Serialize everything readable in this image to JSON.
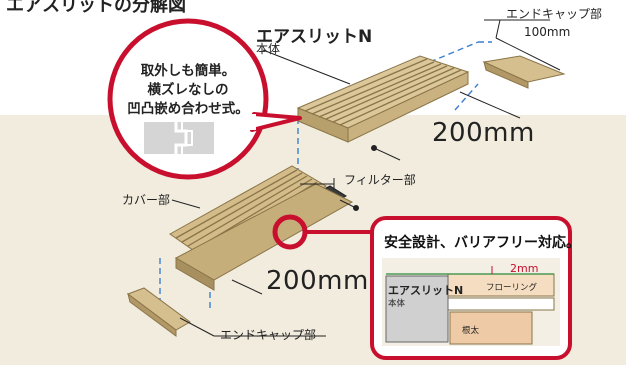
{
  "heading": "エアスリットの分解図",
  "labels": {
    "main_product": "エアスリットN",
    "main_body": "本体",
    "end_cap_top": "エンドキャップ部",
    "end_cap_dim": "100mm",
    "main_length": "200mm",
    "filter_part": "フィルター部",
    "cover_part": "カバー部",
    "lower_length": "200mm",
    "end_cap_bottom": "エンドキャップ部"
  },
  "callout_left": {
    "lines": [
      "取外しも簡単。",
      "横ズレなしの",
      "凹凸嵌め合わせ式。"
    ]
  },
  "callout_right": {
    "title": "安全設計、バリアフリー対応。",
    "product": "エアスリットN",
    "body": "本体",
    "gap": "2mm",
    "flooring": "フローリング",
    "joist": "根太"
  },
  "colors": {
    "accent_red": "#c8102e",
    "wood_light": "#dcc79a",
    "wood_dark": "#a08a5c",
    "band_beige": "#f1ecdd",
    "dash_blue": "#3b7fd0"
  }
}
